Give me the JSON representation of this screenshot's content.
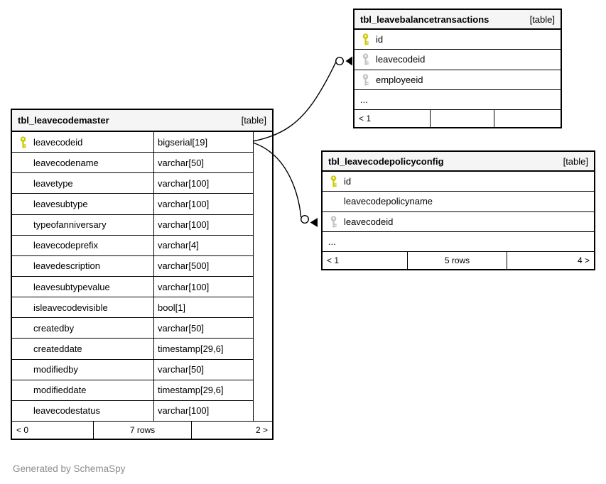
{
  "page": {
    "footer_note": "Generated by SchemaSpy"
  },
  "colors": {
    "primary_key": "#cbcb00",
    "foreign_key": "#c3c3c3",
    "title_bg": "#f5f5f5",
    "border": "#000000",
    "note_text": "#8c8c8c"
  },
  "icons": {
    "primary_key": "key-icon",
    "foreign_key": "key-icon"
  },
  "relationships": [
    {
      "from": "tbl_leavecodemaster.leavecodeid",
      "to": "tbl_leavebalancetransactions.leavecodeid"
    },
    {
      "from": "tbl_leavecodemaster.leavecodeid",
      "to": "tbl_leavecodepolicyconfig.leavecodeid"
    }
  ],
  "tables": {
    "master": {
      "title": "tbl_leavecodemaster",
      "badge": "[table]",
      "columns": [
        {
          "name": "leavecodeid",
          "type": "bigserial[19]",
          "key": "pk"
        },
        {
          "name": "leavecodename",
          "type": "varchar[50]",
          "key": ""
        },
        {
          "name": "leavetype",
          "type": "varchar[100]",
          "key": ""
        },
        {
          "name": "leavesubtype",
          "type": "varchar[100]",
          "key": ""
        },
        {
          "name": "typeofanniversary",
          "type": "varchar[100]",
          "key": ""
        },
        {
          "name": "leavecodeprefix",
          "type": "varchar[4]",
          "key": ""
        },
        {
          "name": "leavedescription",
          "type": "varchar[500]",
          "key": ""
        },
        {
          "name": "leavesubtypevalue",
          "type": "varchar[100]",
          "key": ""
        },
        {
          "name": "isleavecodevisible",
          "type": "bool[1]",
          "key": ""
        },
        {
          "name": "createdby",
          "type": "varchar[50]",
          "key": ""
        },
        {
          "name": "createddate",
          "type": "timestamp[29,6]",
          "key": ""
        },
        {
          "name": "modifiedby",
          "type": "varchar[50]",
          "key": ""
        },
        {
          "name": "modifieddate",
          "type": "timestamp[29,6]",
          "key": ""
        },
        {
          "name": "leavecodestatus",
          "type": "varchar[100]",
          "key": ""
        }
      ],
      "paginator": {
        "prev": "< 0",
        "rows": "7 rows",
        "next": "2 >"
      }
    },
    "balance": {
      "title": "tbl_leavebalancetransactions",
      "badge": "[table]",
      "columns": [
        {
          "name": "id",
          "key": "pk"
        },
        {
          "name": "leavecodeid",
          "key": "fk"
        },
        {
          "name": "employeeid",
          "key": "fk"
        }
      ],
      "ellipsis": "...",
      "paginator": {
        "prev": "< 1",
        "rows": "",
        "next": ""
      }
    },
    "policy": {
      "title": "tbl_leavecodepolicyconfig",
      "badge": "[table]",
      "columns": [
        {
          "name": "id",
          "key": "pk"
        },
        {
          "name": "leavecodepolicyname",
          "key": ""
        },
        {
          "name": "leavecodeid",
          "key": "fk"
        }
      ],
      "ellipsis": "...",
      "paginator": {
        "prev": "< 1",
        "rows": "5 rows",
        "next": "4 >"
      }
    }
  }
}
